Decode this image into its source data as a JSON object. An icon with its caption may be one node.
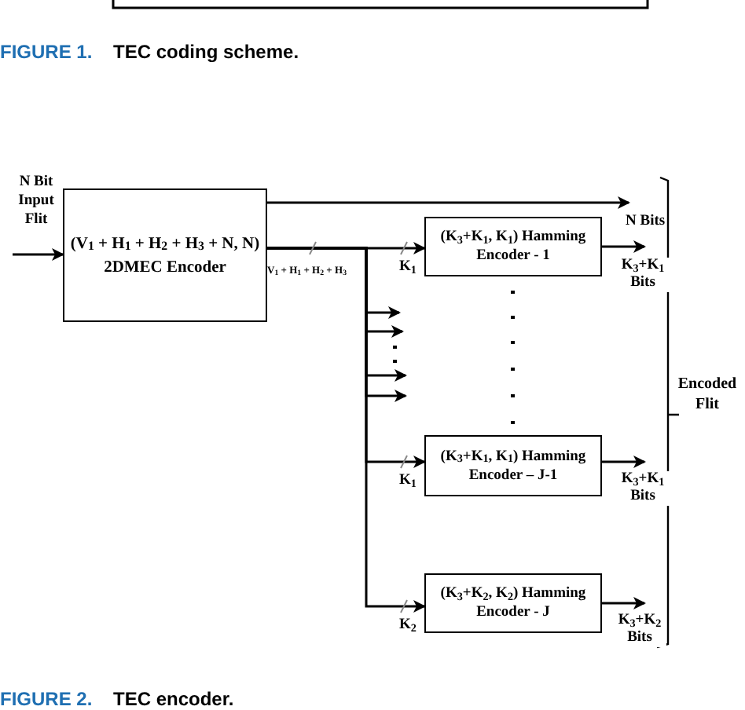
{
  "diagram": {
    "nodes": [
      {
        "text": [
          "(V$_{1}$ + H$_{1}$ + H$_{2}$ + H$_{3}$ + N,  N)",
          "2DMEC Encoder"
        ]
      },
      {
        "text": [
          "(K$_{3}$+K$_{1}$, K$_{1}$) Hamming",
          "Encoder - 1"
        ]
      },
      {
        "text": [
          "(K$_{3}$+K$_{1}$, K$_{1}$) Hamming",
          "Encoder – J-1"
        ]
      },
      {
        "text": [
          "(K$_{3}$+K$_{2}$, K$_{2}$) Hamming",
          "Encoder - J"
        ]
      },
      {
        "text": [
          "N Bits"
        ]
      },
      {
        "text": [
          "K$_{3}$+K$_{1}$ Bits"
        ]
      },
      {
        "text": [
          "K$_{3}$+K$_{1}$ Bits"
        ]
      },
      {
        "text": [
          "K$_{3}$+K$_{2}$ Bits"
        ]
      }
    ],
    "edges": [
      {
        "from": null,
        "to": 0,
        "arrow": "to",
        "label": "N Bit Input Flit"
      },
      {
        "from": 0,
        "to": 4,
        "arrow": "to"
      },
      {
        "from": 0,
        "to": 1,
        "arrow": "to",
        "label": "K$_{1}$"
      },
      {
        "from": 0,
        "to": null,
        "arrow": "to"
      },
      {
        "from": 0,
        "to": null,
        "arrow": "to"
      },
      {
        "from": 0,
        "to": null,
        "arrow": "to"
      },
      {
        "from": 0,
        "to": null,
        "arrow": "to"
      },
      {
        "from": 0,
        "to": 2,
        "arrow": "to",
        "label": "K$_{1}$"
      },
      {
        "from": 0,
        "to": 3,
        "arrow": "to",
        "label": "K$_{2}$"
      },
      {
        "from": 1,
        "to": 5,
        "arrow": "to"
      },
      {
        "from": 2,
        "to": 6,
        "arrow": "to"
      },
      {
        "from": 3,
        "to": 7,
        "arrow": "to"
      }
    ],
    "labels": [
      "FIGURE 1.",
      "TEC coding scheme.",
      "V$_{1}$ + H$_{1}$ + H$_{2}$ + H$_{3}$",
      "Encoded Flit",
      "FIGURE 2.",
      "TEC encoder."
    ]
  }
}
